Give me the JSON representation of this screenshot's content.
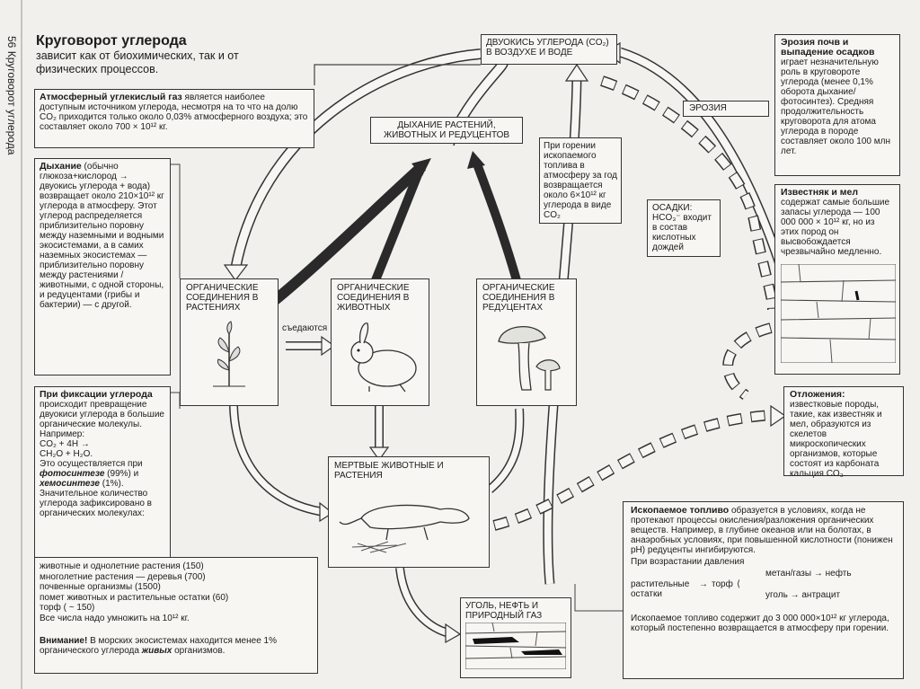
{
  "page": {
    "side_number": "56",
    "side_title": "Круговорот углерода",
    "title": "Круговорот углерода",
    "subtitle": "зависит как от биохимических, так и от физических процессов."
  },
  "atmo_box": {
    "head": "Атмосферный углекислый газ",
    "text": "является наиболее доступным источником углерода, несмотря на то что на долю CO₂ приходится только около 0,03% атмосферного воздуха; это составляет около 700 × 10¹² кг."
  },
  "breath_box": {
    "head": "Дыхание",
    "text": "(обычно глюкоза+кислород → двуокись углерода + вода) возвращает около 210×10¹² кг углерода в атмосферу. Этот углерод распределяется приблизительно поровну между наземными и водными экосистемами, а в самих наземных экосистемах — приблизительно поровну между растениями / животными, с одной стороны, и редуцентами (грибы и бактерии) — с другой."
  },
  "fixation_box": {
    "head": "При фиксации углерода",
    "text1": "происходит превращение двуокиси углерода в большие органические молекулы. Например:",
    "eq1": "CO₂ + 4H →",
    "eq2": "CH₂O + H₂O.",
    "text2": "Это осуществляется при",
    "photo": "фотосинтезе",
    "photo_pct": "(99%) и",
    "chemo": "хемосинтезе",
    "chemo_pct": "(1%).",
    "text3": "Значительное количество углерода зафиксировано в органических молекулах:",
    "items": [
      "животные и однолетние растения (150)",
      "многолетние растения — деревья (700)",
      "почвенные организмы (1500)",
      "помет животных и растительные остатки (60)",
      "торф ( ~ 150)",
      "Все числа надо умножить на 10¹² кг."
    ],
    "warn_head": "Внимание!",
    "warn_text": "В морских экосистемах находится менее 1% органического углерода",
    "warn_bold": "живых",
    "warn_tail": "организмов."
  },
  "co2_box": {
    "text": "ДВУОКИСЬ УГЛЕРОДА (CO₂) В ВОЗДУХЕ И ВОДЕ"
  },
  "respiration_box": {
    "text": "ДЫХАНИЕ РАСТЕНИЙ, ЖИВОТНЫХ И РЕДУЦЕНТОВ"
  },
  "fuel_burn_box": {
    "text": "При горении ископаемого топлива в атмосферу за год возвращается около 6×10¹² кг углерода в виде CO₂"
  },
  "erosion_label": "ЭРОЗИЯ",
  "precip_box": {
    "head": "ОСАДКИ:",
    "text": "HCO₃⁻ входит в состав кислотных дождей"
  },
  "erosion_box": {
    "head": "Эрозия почв и выпадение осадков",
    "text": "играет незначительную роль в круговороте углерода (менее 0,1% оборота дыхание/фотосинтез). Средняя продолжительность круговорота для атома углерода в породе составляет около 100 млн лет."
  },
  "limestone_box": {
    "head": "Известняк и мел",
    "text": "содержат самые большие запасы углерода — 100 000 000 × 10¹² кг, но из этих пород он высвобождается чрезвычайно медленно."
  },
  "deposits_box": {
    "head": "Отложения:",
    "text": "известковые породы, такие, как известняк и мел, образуются из скелетов микроскопических организмов, которые состоят из карбоната кальция CO₃."
  },
  "org_plants": {
    "text": "ОРГАНИЧЕСКИЕ СОЕДИНЕНИЯ В РАСТЕНИЯХ"
  },
  "org_animals": {
    "text": "ОРГАНИЧЕСКИЕ СОЕДИНЕНИЯ В ЖИВОТНЫХ"
  },
  "org_decomposers": {
    "text": "ОРГАНИЧЕСКИЕ СОЕДИНЕНИЯ В РЕДУЦЕНТАХ"
  },
  "eaten_label": "съедаются",
  "dead_box": {
    "text": "МЕРТВЫЕ ЖИВОТНЫЕ И РАСТЕНИЯ"
  },
  "coal_box": {
    "text": "УГОЛЬ, НЕФТЬ И ПРИРОДНЫЙ ГАЗ"
  },
  "fossil_box": {
    "head": "Ископаемое топливо",
    "text": "образуется в условиях, когда не протекают процессы окисления/разложения органических веществ. Например, в глубине океанов или на болотах, в анаэробных условиях, при повышенной кислотности (понижен pH) редуценты ингибируются.",
    "pressure": "При возрастании давления",
    "residues": "растительные остатки",
    "peat": "торф",
    "methane": "метан/газы → нефть",
    "coal": "уголь → антрацит",
    "footer": "Ископаемое топливо содержит до 3 000 000×10¹² кг углерода, который постепенно возвращается в атмосферу при горении."
  }
}
